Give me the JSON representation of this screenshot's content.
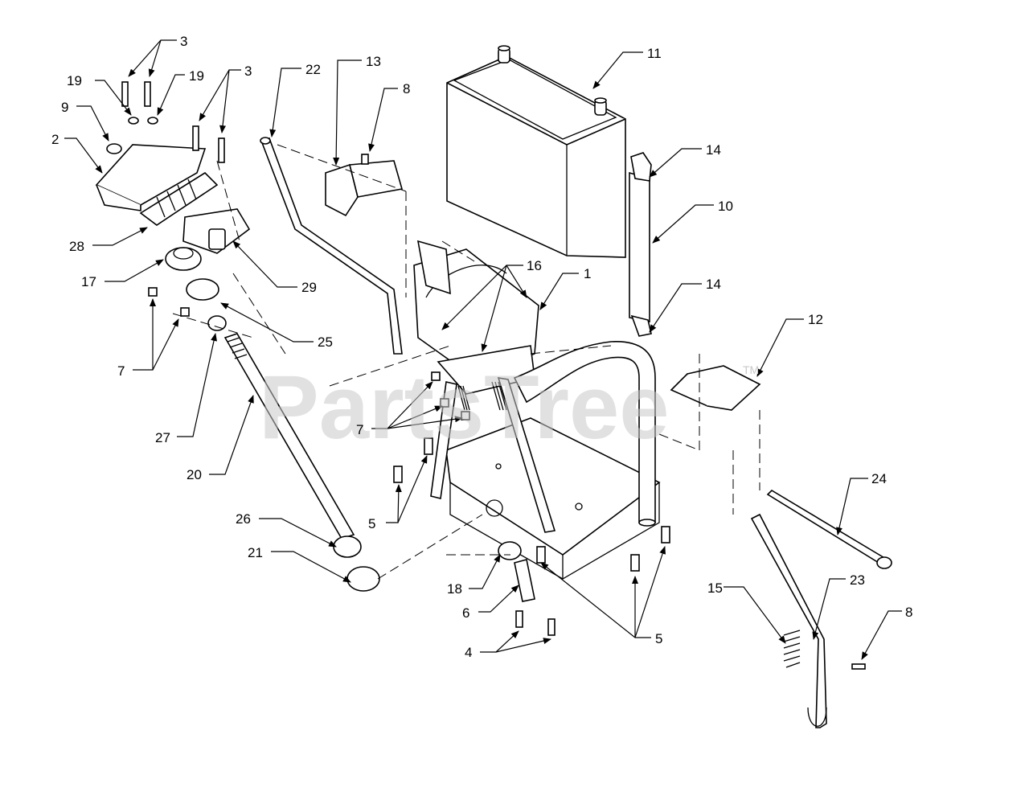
{
  "watermark": {
    "text": "PartsTree",
    "trademark": "TM"
  },
  "callouts": [
    {
      "id": "c3a",
      "text": "3"
    },
    {
      "id": "c3b",
      "text": "3"
    },
    {
      "id": "c19a",
      "text": "19"
    },
    {
      "id": "c19b",
      "text": "19"
    },
    {
      "id": "c9",
      "text": "9"
    },
    {
      "id": "c2",
      "text": "2"
    },
    {
      "id": "c22",
      "text": "22"
    },
    {
      "id": "c13",
      "text": "13"
    },
    {
      "id": "c8a",
      "text": "8"
    },
    {
      "id": "c11",
      "text": "11"
    },
    {
      "id": "c14a",
      "text": "14"
    },
    {
      "id": "c10",
      "text": "10"
    },
    {
      "id": "c28",
      "text": "28"
    },
    {
      "id": "c17",
      "text": "17"
    },
    {
      "id": "c29",
      "text": "29"
    },
    {
      "id": "c16",
      "text": "16"
    },
    {
      "id": "c1",
      "text": "1"
    },
    {
      "id": "c14b",
      "text": "14"
    },
    {
      "id": "c12",
      "text": "12"
    },
    {
      "id": "c25",
      "text": "25"
    },
    {
      "id": "c7a",
      "text": "7"
    },
    {
      "id": "c7b",
      "text": "7"
    },
    {
      "id": "c27",
      "text": "27"
    },
    {
      "id": "c20",
      "text": "20"
    },
    {
      "id": "c24",
      "text": "24"
    },
    {
      "id": "c5a",
      "text": "5"
    },
    {
      "id": "c26",
      "text": "26"
    },
    {
      "id": "c21",
      "text": "21"
    },
    {
      "id": "c18",
      "text": "18"
    },
    {
      "id": "c23",
      "text": "23"
    },
    {
      "id": "c15",
      "text": "15"
    },
    {
      "id": "c8b",
      "text": "8"
    },
    {
      "id": "c6",
      "text": "6"
    },
    {
      "id": "c5b",
      "text": "5"
    },
    {
      "id": "c4",
      "text": "4"
    }
  ]
}
